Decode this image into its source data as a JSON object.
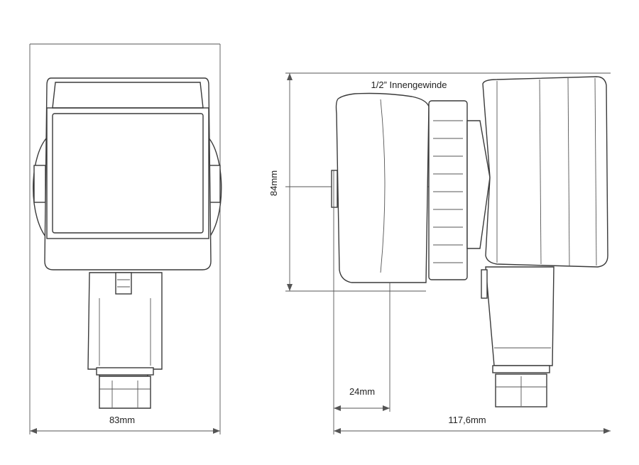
{
  "diagram": {
    "front_view": {
      "width_label": "83mm"
    },
    "side_view": {
      "thread_label": "1/2” Innengewinde",
      "height_label": "84mm",
      "offset_label": "24mm",
      "length_label": "117,6mm"
    }
  }
}
